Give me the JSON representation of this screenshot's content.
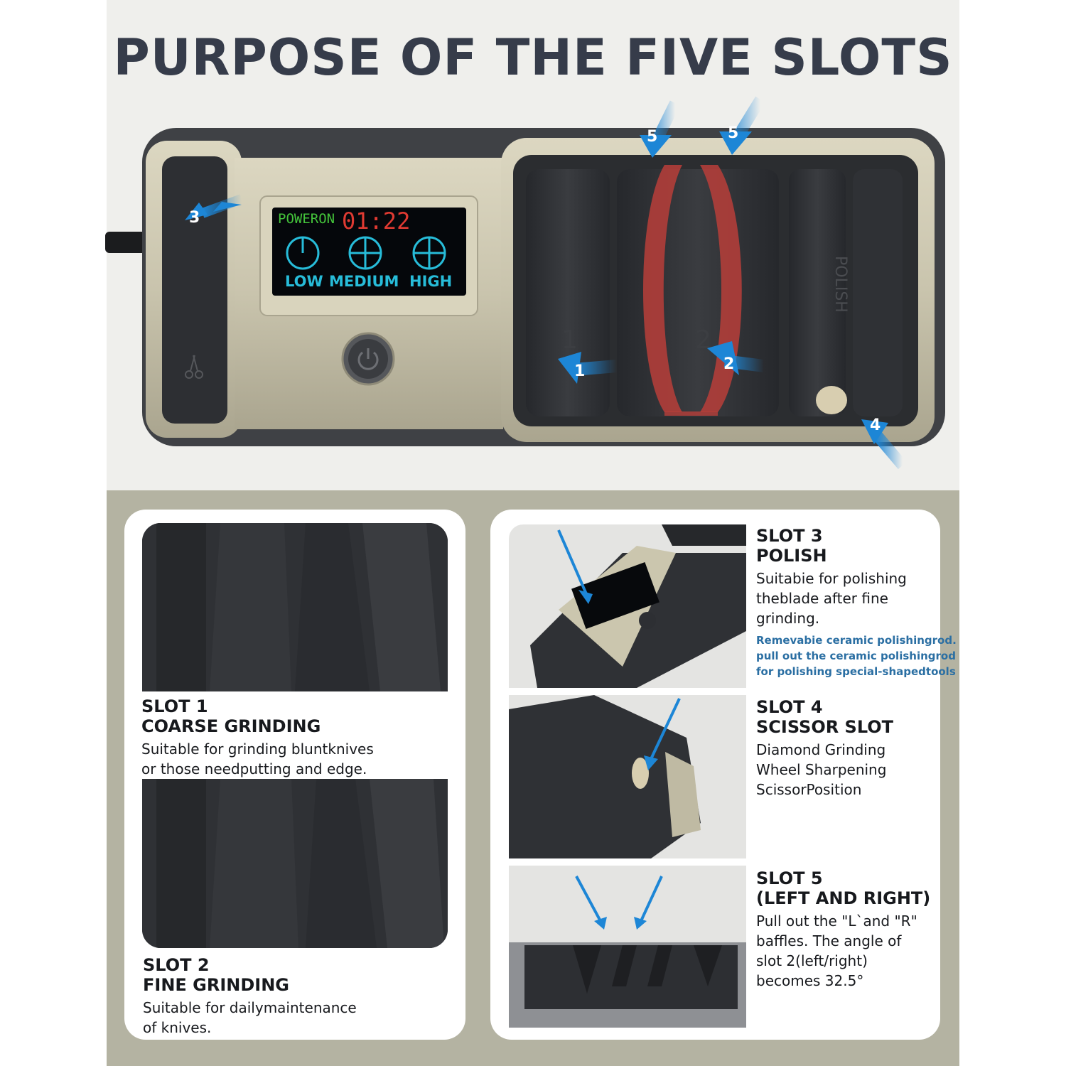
{
  "headline": "PURPOSE OF THE FIVE SLOTS",
  "display": {
    "status": "POWERON",
    "timer": "01:22",
    "modes": [
      "LOW",
      "MEDIUM",
      "HIGH"
    ]
  },
  "device_labels": {
    "slot_numbers": [
      "1",
      "2"
    ],
    "polish": "POLISH"
  },
  "callouts": [
    "3",
    "5",
    "5",
    "1",
    "2",
    "4"
  ],
  "slots": {
    "slot1": {
      "title1": "SLOT 1",
      "title2": "COARSE GRINDING",
      "desc1": "Suitable for grinding bluntknives",
      "desc2": "or those needputting and edge."
    },
    "slot2": {
      "title1": "SLOT 2",
      "title2": "FINE GRINDING",
      "desc1": "Suitable for dailymaintenance",
      "desc2": "of knives."
    },
    "slot3": {
      "title1": "SLOT 3",
      "title2": "POLISH",
      "desc1": "Suitabie for polishing",
      "desc2": "theblade after fine",
      "desc3": "grinding.",
      "note1": "Remevabie ceramic polishingrod.",
      "note2": "pull out the ceramic polishingrod",
      "note3": "for polishing special-shapedtools"
    },
    "slot4": {
      "title1": "SLOT 4",
      "title2": "SCISSOR SLOT",
      "desc1": "Diamond Grinding",
      "desc2": "Wheel Sharpening",
      "desc3": "ScissorPosition"
    },
    "slot5": {
      "title1": "SLOT 5",
      "title2": "(LEFT AND RIGHT)",
      "desc1": "Pull out the \"L`and \"R\"",
      "desc2": "baffles. The angle of",
      "desc3": "slot 2(left/right)",
      "desc4": "becomes 32.5°"
    }
  },
  "colors": {
    "headline": "#363c4a",
    "arrow": "#2a8fd8",
    "screen_green": "#44c43b",
    "screen_red": "#e03a32",
    "screen_cyan": "#27bcd9",
    "baffle_red": "#b83e3a",
    "body_gold": "#c9c4ad",
    "rubber": "#2d2f33"
  },
  "icons": [
    "power-button-icon",
    "low-mode-icon",
    "medium-mode-icon",
    "high-mode-icon",
    "arrow-icon",
    "scissor-icon"
  ]
}
